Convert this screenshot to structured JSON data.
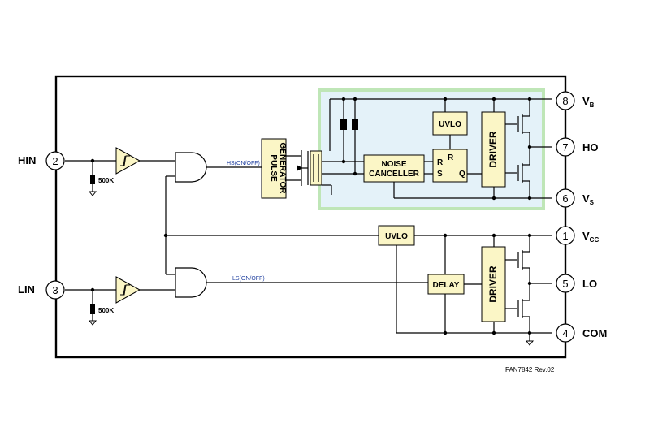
{
  "pins": {
    "hin": {
      "num": "2",
      "label": "HIN"
    },
    "lin": {
      "num": "3",
      "label": "LIN"
    },
    "vb": {
      "num": "8",
      "label": "V",
      "sub": "B"
    },
    "ho": {
      "num": "7",
      "label": "HO"
    },
    "vs": {
      "num": "6",
      "label": "V",
      "sub": "S"
    },
    "vcc": {
      "num": "1",
      "label": "V",
      "sub": "CC"
    },
    "lo": {
      "num": "5",
      "label": "LO"
    },
    "com": {
      "num": "4",
      "label": "COM"
    }
  },
  "blocks": {
    "pulse_generator": [
      "PULSE",
      "GENERATOR"
    ],
    "noise_canceller": [
      "NOISE",
      "CANCELLER"
    ],
    "uvlo_high": "UVLO",
    "uvlo_low": "UVLO",
    "driver_high": "DRIVER",
    "driver_low": "DRIVER",
    "delay": "DELAY",
    "rs_latch": {
      "r": "R",
      "s": "S",
      "r2": "R",
      "q": "Q"
    }
  },
  "resistors": {
    "hin": "500K",
    "lin": "500K"
  },
  "signals": {
    "hs": "HS(ON/OFF)",
    "ls": "LS(ON/OFF)"
  },
  "footer": "FAN7842  Rev.02",
  "colors": {
    "block_fill": "#fbf6c6",
    "high_side_fill": "#e4f2f9",
    "high_side_border": "#bfe6b7",
    "signal_text": "#1f3f9f"
  }
}
